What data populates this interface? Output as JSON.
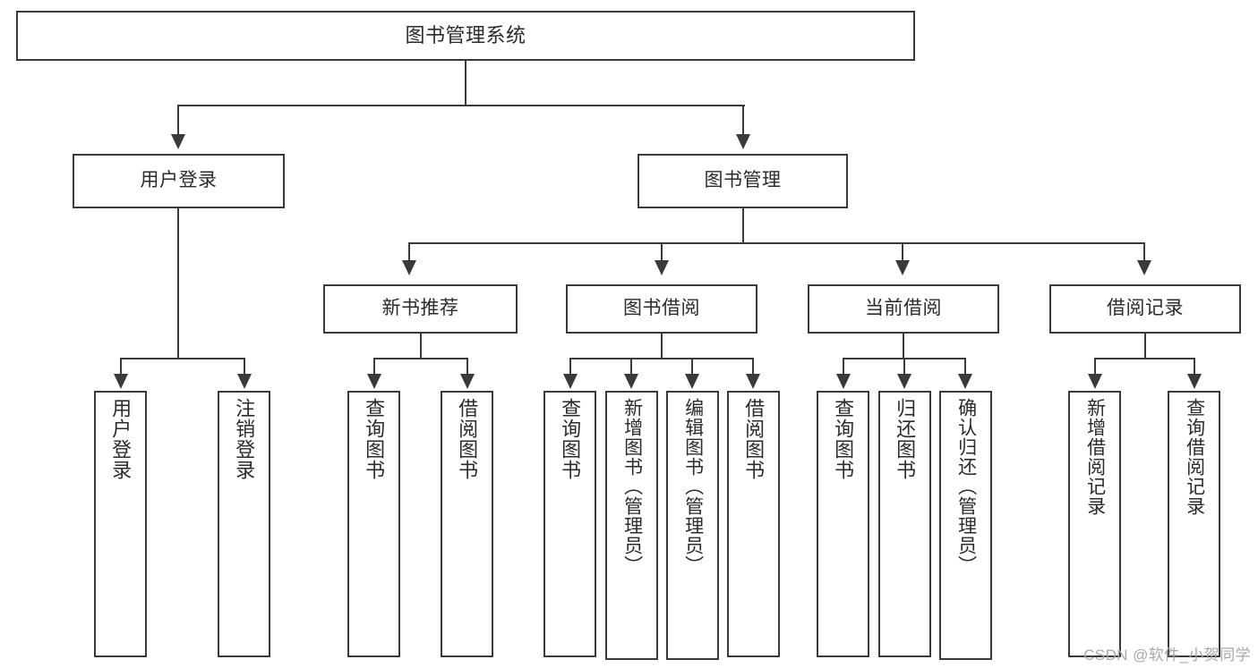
{
  "diagram": {
    "title": "图书管理系统",
    "type": "tree",
    "watermark": "CSDN @软件_小贺同学",
    "colors": {
      "stroke": "#3a3a3a",
      "fill": "#ffffff",
      "text": "#2b2b2b",
      "watermark": "#a8a8a8"
    },
    "root": {
      "label": "图书管理系统"
    },
    "level2": [
      {
        "label": "用户登录"
      },
      {
        "label": "图书管理"
      }
    ],
    "level3": [
      {
        "label": "新书推荐"
      },
      {
        "label": "图书借阅"
      },
      {
        "label": "当前借阅"
      },
      {
        "label": "借阅记录"
      }
    ],
    "leaves": {
      "user_login": [
        {
          "label": "用户登录"
        },
        {
          "label": "注销登录"
        }
      ],
      "new_book_recommend": [
        {
          "label": "查询图书"
        },
        {
          "label": "借阅图书"
        }
      ],
      "book_borrow": [
        {
          "label": "查询图书"
        },
        {
          "label": "新增图书（管理员）"
        },
        {
          "label": "编辑图书（管理员）"
        },
        {
          "label": "借阅图书"
        }
      ],
      "current_borrow": [
        {
          "label": "查询图书"
        },
        {
          "label": "归还图书"
        },
        {
          "label": "确认归还（管理员）"
        }
      ],
      "borrow_record": [
        {
          "label": "新增借阅记录"
        },
        {
          "label": "查询借阅记录"
        }
      ]
    }
  }
}
